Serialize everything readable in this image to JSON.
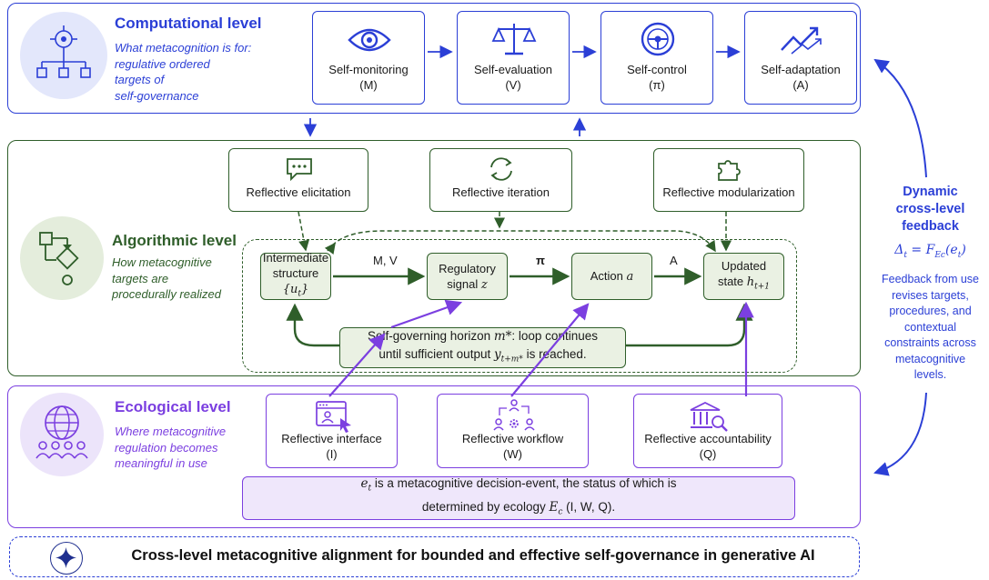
{
  "computational": {
    "title": "Computational level",
    "desc": [
      "What metacognition is for:",
      "regulative ordered",
      "targets of",
      "self-governance"
    ],
    "boxes": [
      {
        "label": "Self-monitoring",
        "symbol": "(M)",
        "icon": "eye-icon"
      },
      {
        "label": "Self-evaluation",
        "symbol": "(V)",
        "icon": "scales-icon"
      },
      {
        "label": "Self-control",
        "symbol": "(π)",
        "icon": "steering-wheel-icon"
      },
      {
        "label": "Self-adaptation",
        "symbol": "(A)",
        "icon": "trend-up-icon"
      }
    ]
  },
  "algorithmic": {
    "title": "Algorithmic level",
    "desc": [
      "How metacognitive",
      "targets are",
      "procedurally realized"
    ],
    "top_boxes": [
      {
        "label": "Reflective elicitation",
        "icon": "chat-bubble-icon"
      },
      {
        "label": "Reflective iteration",
        "icon": "cycle-arrows-icon"
      },
      {
        "label": "Reflective modularization",
        "icon": "puzzle-icon"
      }
    ],
    "nodes": {
      "intermediate_1": "Intermediate",
      "intermediate_2": "structure ",
      "intermediate_math": "{u",
      "intermediate_sub": "t",
      "intermediate_close": "}",
      "regulatory_1": "Regulatory",
      "regulatory_2": "signal ",
      "regulatory_math": "z",
      "action": "Action ",
      "action_math": "a",
      "updated_1": "Updated",
      "updated_2": "state ",
      "updated_math": "h",
      "updated_sub": "t+1"
    },
    "edge_labels": {
      "mv": "M, V",
      "pi": "π",
      "a": "A"
    },
    "horizon": {
      "line1": "Self-governing horizon ",
      "line1_math": "m*",
      "line1_tail": ": loop continues",
      "line2": "until sufficient output ",
      "line2_math": "y",
      "line2_sub": "t+m*",
      "line2_tail": " is reached."
    }
  },
  "ecological": {
    "title": "Ecological level",
    "desc": [
      "Where metacognitive",
      "regulation becomes",
      "meaningful in use"
    ],
    "boxes": [
      {
        "label": "Reflective interface",
        "symbol": "(I)",
        "icon": "interface-cursor-icon"
      },
      {
        "label": "Reflective workflow",
        "symbol": "(W)",
        "icon": "workflow-people-icon"
      },
      {
        "label": "Reflective accountability",
        "symbol": "(Q)",
        "icon": "institution-search-icon"
      }
    ],
    "definition": {
      "math1": "e",
      "sub1": "t",
      "text1": " is a metacognitive decision-event, the status of which is",
      "text2": "determined by ecology ",
      "math2": "E",
      "sub2": "c",
      "text3": " (I, W, Q)."
    }
  },
  "feedback": {
    "title": [
      "Dynamic",
      "cross-level",
      "feedback"
    ],
    "formula": "Δ",
    "formula_sub": "t",
    "formula_eq": " = F",
    "formula_sub2": "Ec",
    "formula_arg": "(e",
    "formula_sub3": "t",
    "formula_end": ")",
    "desc": [
      "Feedback from use",
      "revises targets,",
      "procedures, and",
      "contextual",
      "constraints across",
      "metacognitive",
      "levels."
    ]
  },
  "banner": {
    "text": "Cross-level metacognitive alignment for bounded and effective self-governance in generative AI",
    "icon": "four-point-star-icon"
  },
  "colors": {
    "computational": "#2b3fd6",
    "algorithmic": "#2f5e2a",
    "ecological": "#7b3fe0",
    "alg_fill": "#eaf1e3",
    "eco_fill": "#efe7fb"
  }
}
